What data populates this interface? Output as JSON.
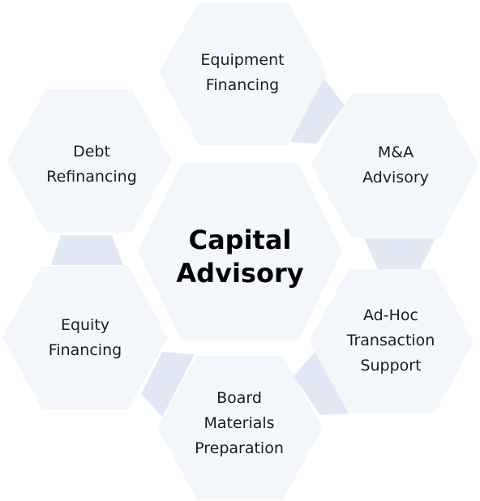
{
  "center": {
    "line1": "Capital",
    "line2": "Advisory"
  },
  "nodes": {
    "equipment_financing": {
      "line1": "Equipment",
      "line2": "Financing"
    },
    "ma_advisory": {
      "line1": "M&A",
      "line2": "Advisory"
    },
    "ad_hoc_transaction_support": {
      "line1": "Ad-Hoc",
      "line2": "Transaction",
      "line3": "Support"
    },
    "board_materials_preparation": {
      "line1": "Board",
      "line2": "Materials",
      "line3": "Preparation"
    },
    "equity_financing": {
      "line1": "Equity",
      "line2": "Financing"
    },
    "debt_refinancing": {
      "line1": "Debt",
      "line2": "Refinancing"
    }
  },
  "colors": {
    "hexagon_fill": "#f4f7fc",
    "connector_fill": "#e1e7f3",
    "center_text": "#000000",
    "node_text": "#1c1c1c"
  }
}
